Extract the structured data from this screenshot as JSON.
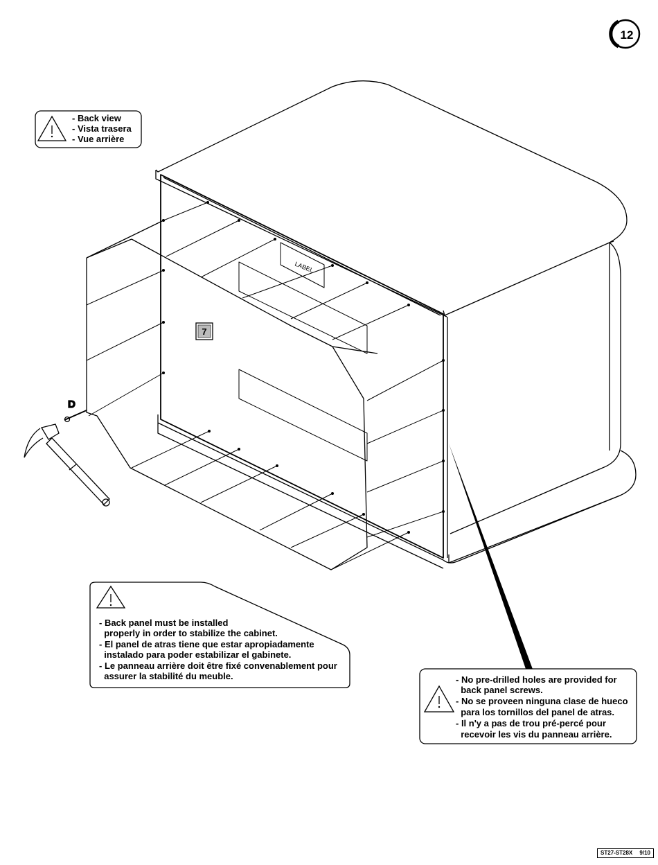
{
  "step_number": "12",
  "back_view_note": {
    "lines": [
      "- Back view",
      "- Vista trasera",
      "- Vue arrière"
    ]
  },
  "drawing": {
    "label_text": "LABEL",
    "part_number": "7",
    "hardware_letter": "D"
  },
  "warning_install": {
    "lines": [
      "- Back panel must be installed",
      "  properly in order to stabilize the cabinet.",
      "- El panel de atras tiene que estar apropiadamente",
      "  instalado para poder estabilizar el gabinete.",
      "- Le panneau arrière doit être fixé convenablement pour",
      "  assurer la stabilité du meuble."
    ]
  },
  "warning_holes": {
    "lines": [
      "- No pre-drilled holes are provided for",
      "  back panel screws.",
      "- No se proveen ninguna clase de hueco",
      "  para los tornillos del panel de atras.",
      "- Il n'y a pas de trou pré-percé pour",
      "  recevoir les vis du panneau arrière."
    ]
  },
  "footer": {
    "model": "ST27-ST28X",
    "page": "9/10"
  },
  "icons": {
    "warning": "warning-triangle-icon",
    "hammer": "hammer-icon",
    "nail": "nail-icon"
  }
}
